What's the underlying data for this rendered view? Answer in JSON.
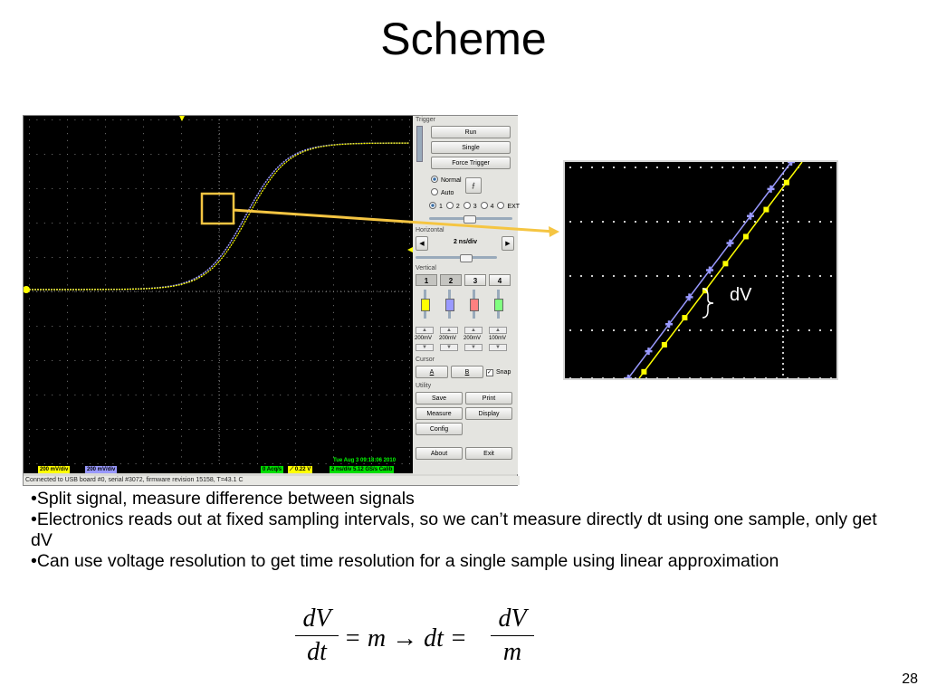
{
  "slide": {
    "title": "Scheme",
    "page_number": "28",
    "bullets": [
      "•Split signal, measure difference between signals",
      "•Electronics reads out at fixed sampling intervals, so we can’t measure directly dt using one sample, only get dV",
      "•Can use voltage resolution to get time resolution for a single sample using linear approximation"
    ],
    "zoom_label": "dV"
  },
  "formula": {
    "left_num": "dV",
    "left_den": "dt",
    "middle": "= m → dt =",
    "right_num": "dV",
    "right_den": "m"
  },
  "scope": {
    "status_bar": "Connected to USB board #0, serial #3072, firmware revision 15158, T=43.1 C",
    "datetime": "Tue Aug  3 09:18:06 2010",
    "badges": {
      "ch1": "200 mV/div",
      "ch2": "200 mV/div",
      "acqs": "0 Acq/s",
      "trigger": "0.22 V",
      "timebase": "2 ns/div  5.12 GS/s Calib"
    },
    "colors": {
      "ch1": "#ffff00",
      "ch2": "#9999ff",
      "ch3": "#ff8080",
      "ch4": "#80ff80",
      "highlight": "#f5c542"
    },
    "panel": {
      "trigger_label": "Trigger",
      "run": "Run",
      "single": "Single",
      "force_trigger": "Force Trigger",
      "normal": "Normal",
      "auto": "Auto",
      "sources": [
        "1",
        "2",
        "3",
        "4",
        "EXT"
      ],
      "horizontal_label": "Horizontal",
      "timebase": "2 ns/div",
      "vertical_label": "Vertical",
      "channels": [
        "1",
        "2",
        "3",
        "4"
      ],
      "channel_scales": [
        "200mV",
        "200mV",
        "200mV",
        "100mV"
      ],
      "cursor_label": "Cursor",
      "cursor_a": "A",
      "cursor_b": "B",
      "snap": "Snap",
      "utility_label": "Utility",
      "save": "Save",
      "print": "Print",
      "measure": "Measure",
      "display": "Display",
      "config": "Config",
      "about": "About",
      "exit": "Exit"
    }
  }
}
